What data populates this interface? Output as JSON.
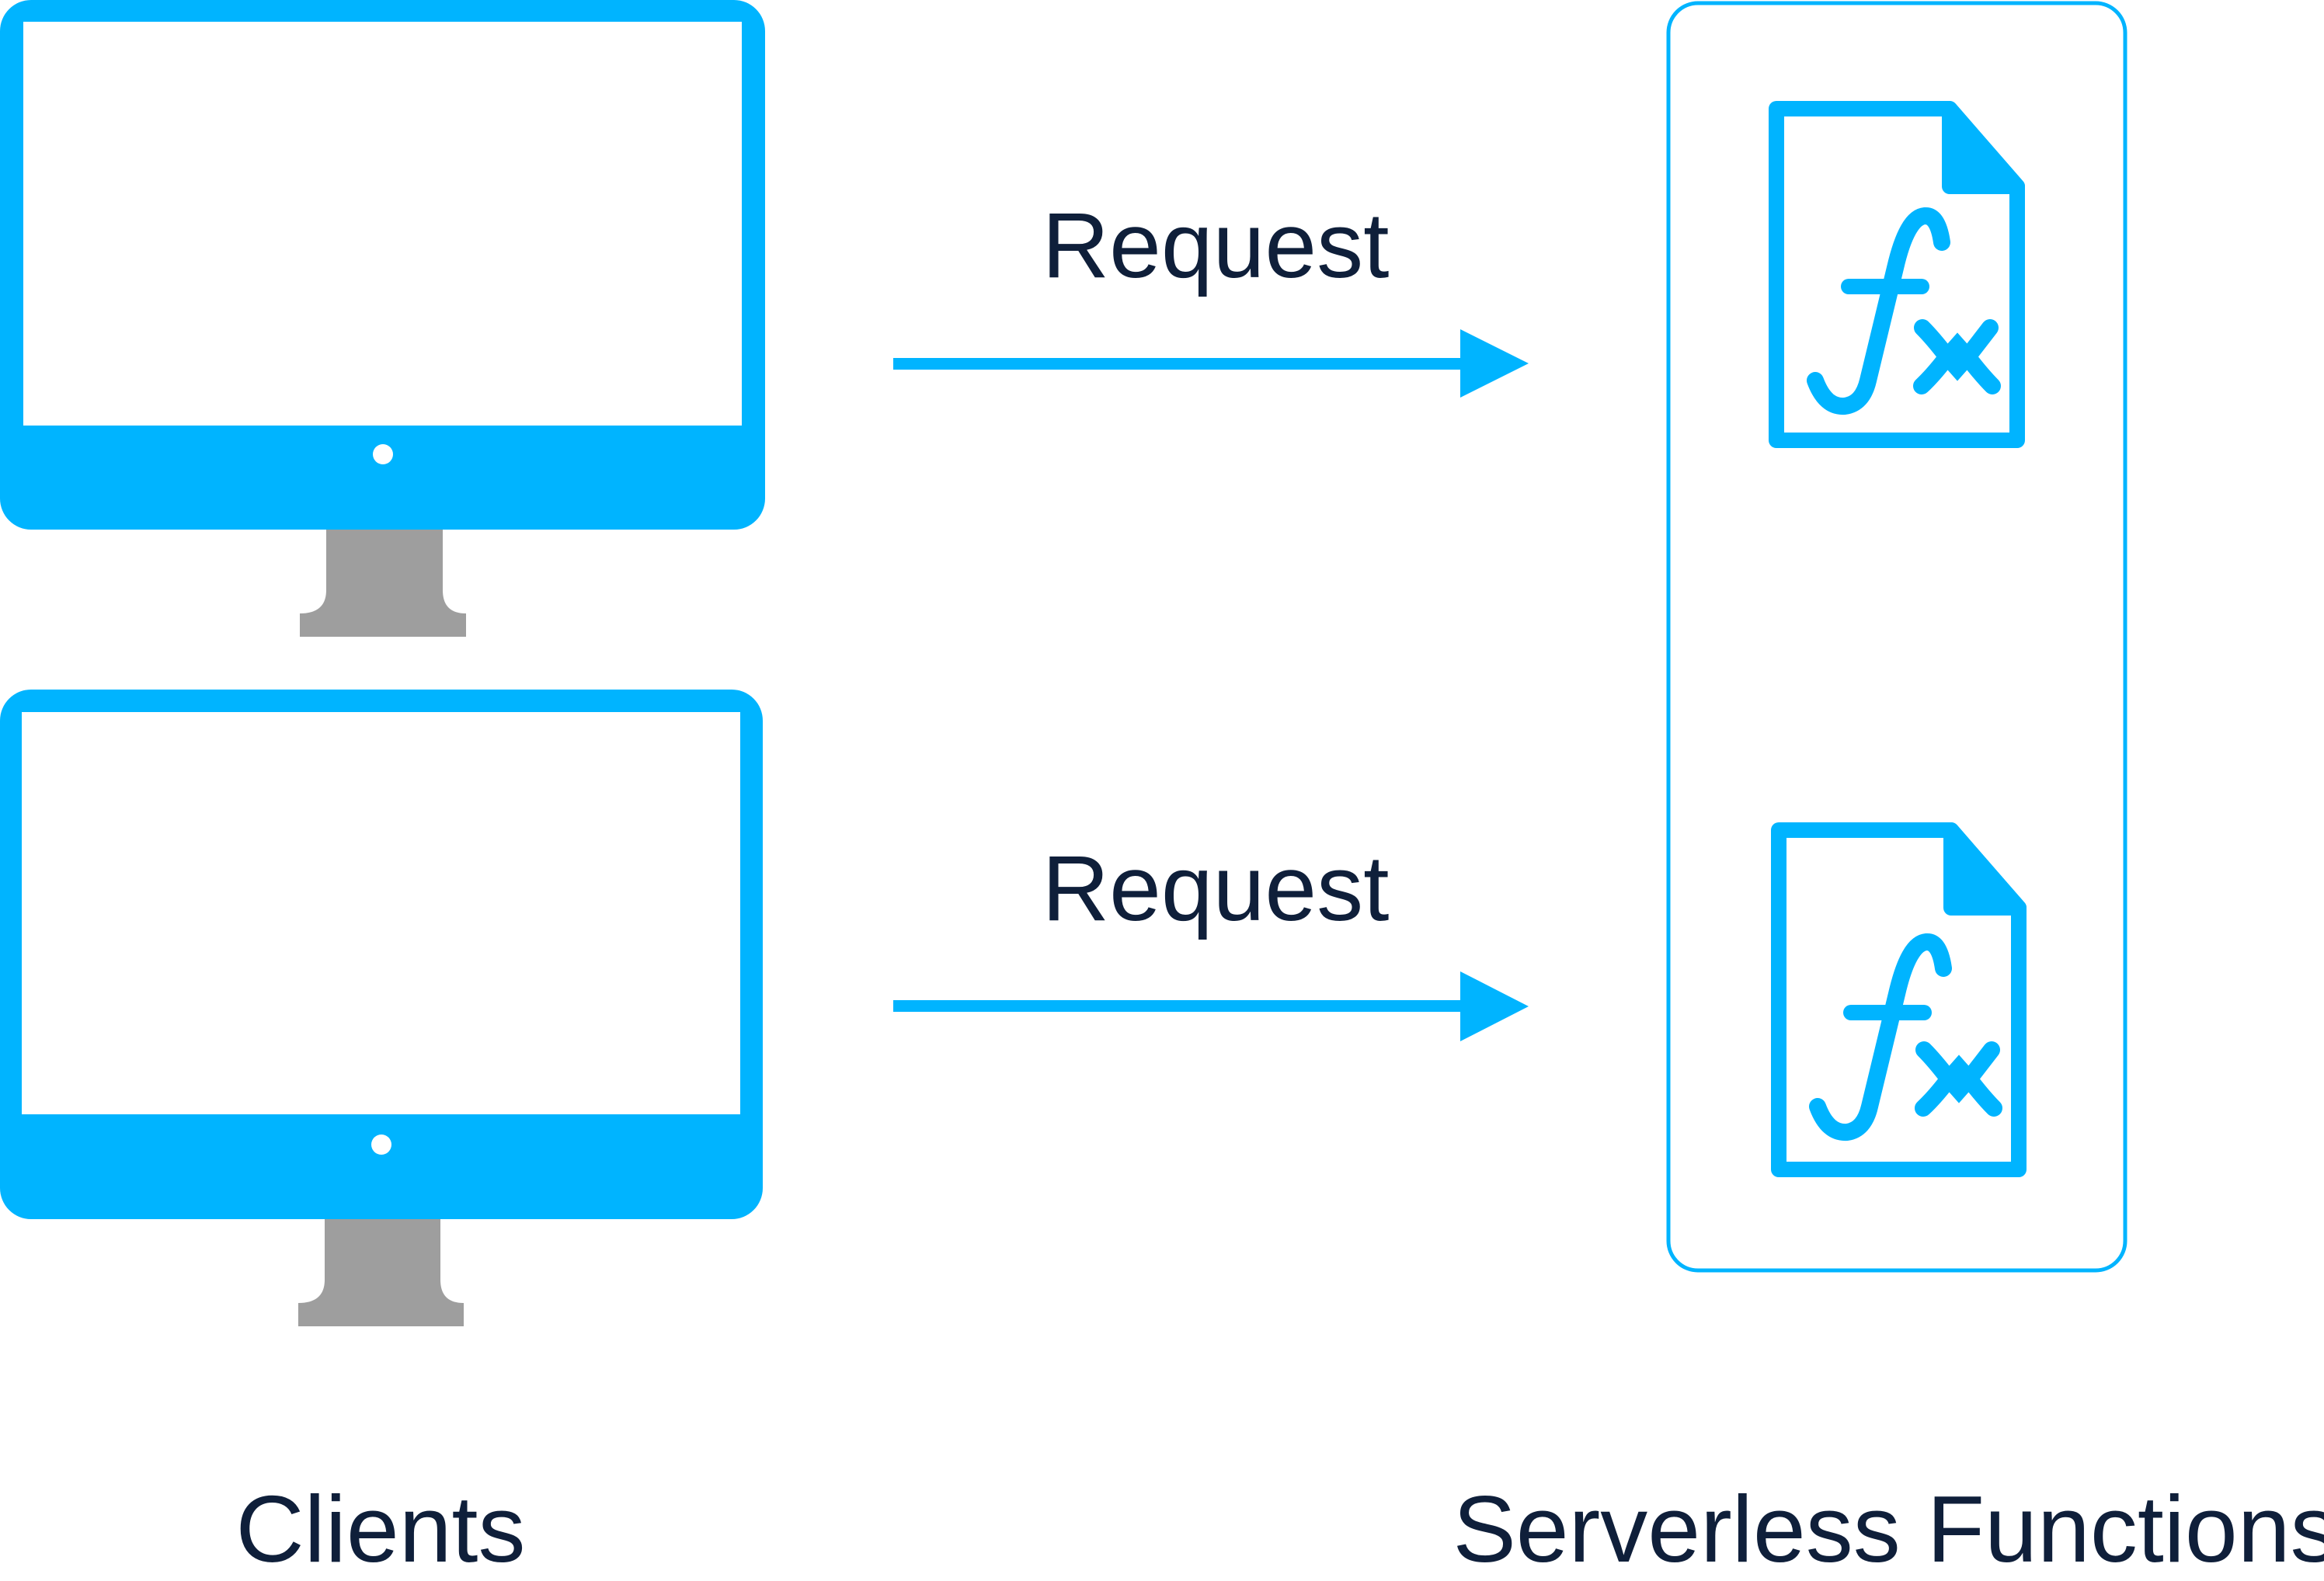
{
  "labels": {
    "clients": "Clients",
    "serverless_functions": "Serverless Functions",
    "request_top": "Request",
    "request_bottom": "Request"
  },
  "icons": {
    "client_monitor": "desktop-monitor-icon",
    "function_file": "function-file-fx-icon",
    "arrow": "right-arrow-icon"
  },
  "colors": {
    "accent": "#00b4ff",
    "stand": "#9e9e9e",
    "text": "#0f1f3a",
    "background": "#ffffff"
  }
}
